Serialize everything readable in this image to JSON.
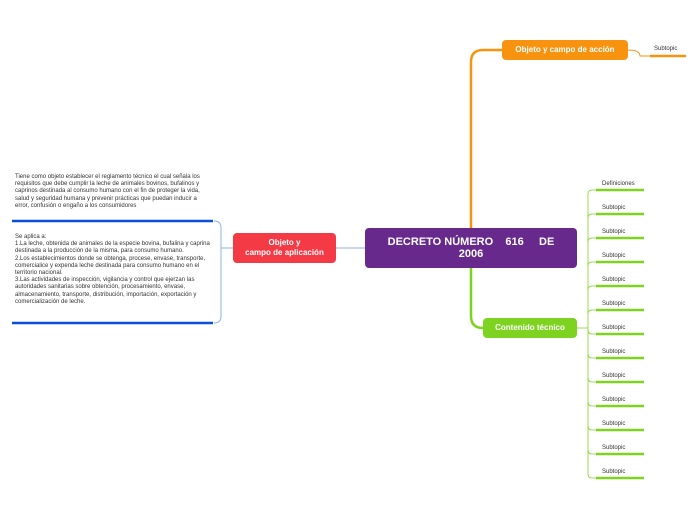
{
  "central": {
    "title": "DECRETO NÚMERO    616     DE 2006"
  },
  "orange_topic": {
    "label": "Objeto y campo de acción",
    "subtopics": [
      "Subtopic"
    ]
  },
  "red_topic": {
    "label": "Objeto y\ncampo de aplicación",
    "notes": [
      "Tiene como objeto establecer el reglamento técnico el cual señala los requisitos que debe cumplir la leche de animales bovinos, bufalinos y caprinos destinada al consumo humano con el fin de proteger la vida, salud y seguridad humana y prevenir prácticas que puedan inducir a error, confusión o engaño a los consumidores",
      "Se aplica a:\n1.La leche, obtenida de animales de la especie bovina, bufalina y caprina destinada a la producción de la misma, para consumo humano.\n2.Los establecimientos donde se obtenga, procese, envase, transporte, comercialice y expenda leche destinada para consumo humano en el territorio nacional.\n3.Las actividades de inspección, vigilancia y control que ejerzan las autoridades sanitarias sobre obtención, procesamiento, envase, almacenamiento, transporte, distribución, importación, exportación y comercialización de leche."
    ]
  },
  "green_topic": {
    "label": "Contenido técnico",
    "subtopics": [
      "Definiciones",
      "Subtopic",
      "Subtopic",
      "Subtopic",
      "Subtopic",
      "Subtopic",
      "Subtopic",
      "Subtopic",
      "Subtopic",
      "Subtopic",
      "Subtopic",
      "Subtopic",
      "Subtopic"
    ]
  },
  "colors": {
    "central": "#672a8c",
    "orange": "#f7930f",
    "red": "#f33a45",
    "green": "#7ed321",
    "blue": "#0b4fd8",
    "connector_blue": "#8fb0e8"
  }
}
